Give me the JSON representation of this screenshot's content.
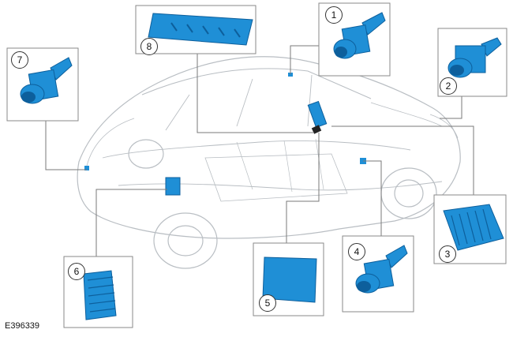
{
  "figure": {
    "reference_code": "E396339"
  },
  "callouts": [
    {
      "number": "1",
      "component": "parking-aid-camera"
    },
    {
      "number": "2",
      "component": "parking-aid-camera"
    },
    {
      "number": "3",
      "component": "control-module"
    },
    {
      "number": "4",
      "component": "parking-aid-camera"
    },
    {
      "number": "5",
      "component": "control-module"
    },
    {
      "number": "6",
      "component": "control-module"
    },
    {
      "number": "7",
      "component": "parking-aid-camera"
    },
    {
      "number": "8",
      "component": "switch-panel"
    }
  ],
  "colors": {
    "component_blue": "#1f8fd6",
    "component_dark": "#0d5f9c",
    "car_outline": "#b9bec3",
    "leader_line": "#7a7a7a"
  }
}
